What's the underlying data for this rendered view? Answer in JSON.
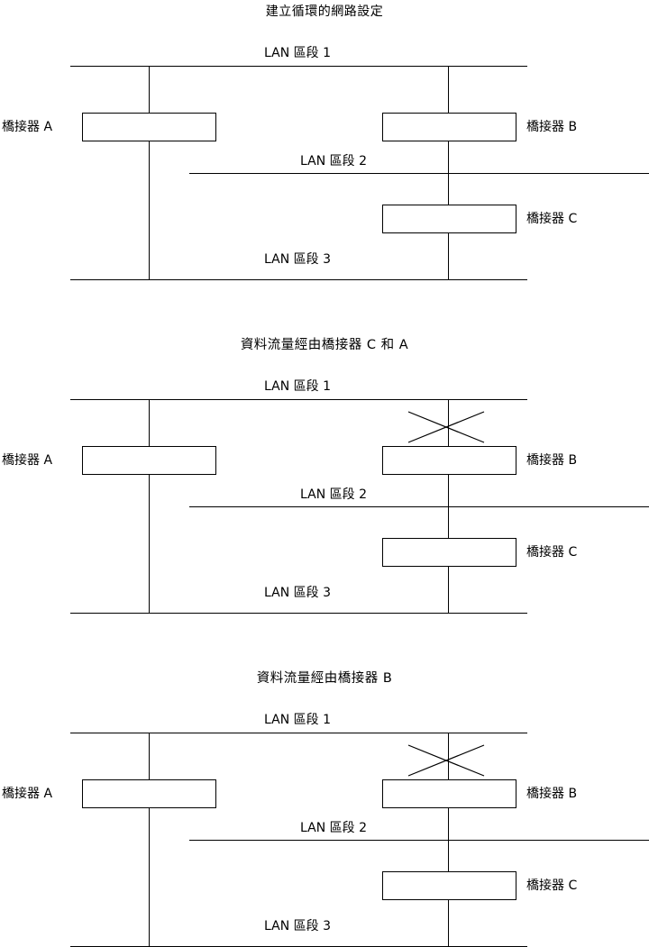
{
  "diagram": {
    "type": "network-bridge-loop-diagram",
    "stroke_color": "#000000",
    "background_color": "#ffffff",
    "panels": [
      {
        "id": "panel-1",
        "title": "建立循環的網路設定",
        "has_blocked_link": false,
        "lan_segments": [
          {
            "id": "lan-1",
            "label": "LAN 區段 1"
          },
          {
            "id": "lan-2",
            "label": "LAN 區段 2"
          },
          {
            "id": "lan-3",
            "label": "LAN 區段 3"
          }
        ],
        "bridges": [
          {
            "id": "bridge-a",
            "label": "橋接器 A",
            "connects": [
              "LAN 區段 1",
              "LAN 區段 3"
            ]
          },
          {
            "id": "bridge-b",
            "label": "橋接器 B",
            "connects": [
              "LAN 區段 1",
              "LAN 區段 2"
            ]
          },
          {
            "id": "bridge-c",
            "label": "橋接器 C",
            "connects": [
              "LAN 區段 2",
              "LAN 區段 3"
            ]
          }
        ]
      },
      {
        "id": "panel-2",
        "title": "資料流量經由橋接器 C 和 A",
        "has_blocked_link": true,
        "blocked_link": {
          "bridge": "橋接器 B",
          "segment": "LAN 區段 1",
          "marker": "x-mark"
        },
        "lan_segments": [
          {
            "id": "lan-1",
            "label": "LAN 區段 1"
          },
          {
            "id": "lan-2",
            "label": "LAN 區段 2"
          },
          {
            "id": "lan-3",
            "label": "LAN 區段 3"
          }
        ],
        "bridges": [
          {
            "id": "bridge-a",
            "label": "橋接器 A",
            "connects": [
              "LAN 區段 1",
              "LAN 區段 3"
            ]
          },
          {
            "id": "bridge-b",
            "label": "橋接器 B",
            "connects": [
              "LAN 區段 1",
              "LAN 區段 2"
            ]
          },
          {
            "id": "bridge-c",
            "label": "橋接器 C",
            "connects": [
              "LAN 區段 2",
              "LAN 區段 3"
            ]
          }
        ]
      },
      {
        "id": "panel-3",
        "title": "資料流量經由橋接器 B",
        "has_blocked_link": true,
        "blocked_link": {
          "bridge": "橋接器 B",
          "segment": "LAN 區段 1",
          "marker": "x-mark"
        },
        "lan_segments": [
          {
            "id": "lan-1",
            "label": "LAN 區段 1"
          },
          {
            "id": "lan-2",
            "label": "LAN 區段 2"
          },
          {
            "id": "lan-3",
            "label": "LAN 區段 3"
          }
        ],
        "bridges": [
          {
            "id": "bridge-a",
            "label": "橋接器 A",
            "connects": [
              "LAN 區段 1",
              "LAN 區段 3"
            ]
          },
          {
            "id": "bridge-b",
            "label": "橋接器 B",
            "connects": [
              "LAN 區段 1",
              "LAN 區段 2"
            ]
          },
          {
            "id": "bridge-c",
            "label": "橋接器 C",
            "connects": [
              "LAN 區段 2",
              "LAN 區段 3"
            ]
          }
        ]
      }
    ]
  }
}
